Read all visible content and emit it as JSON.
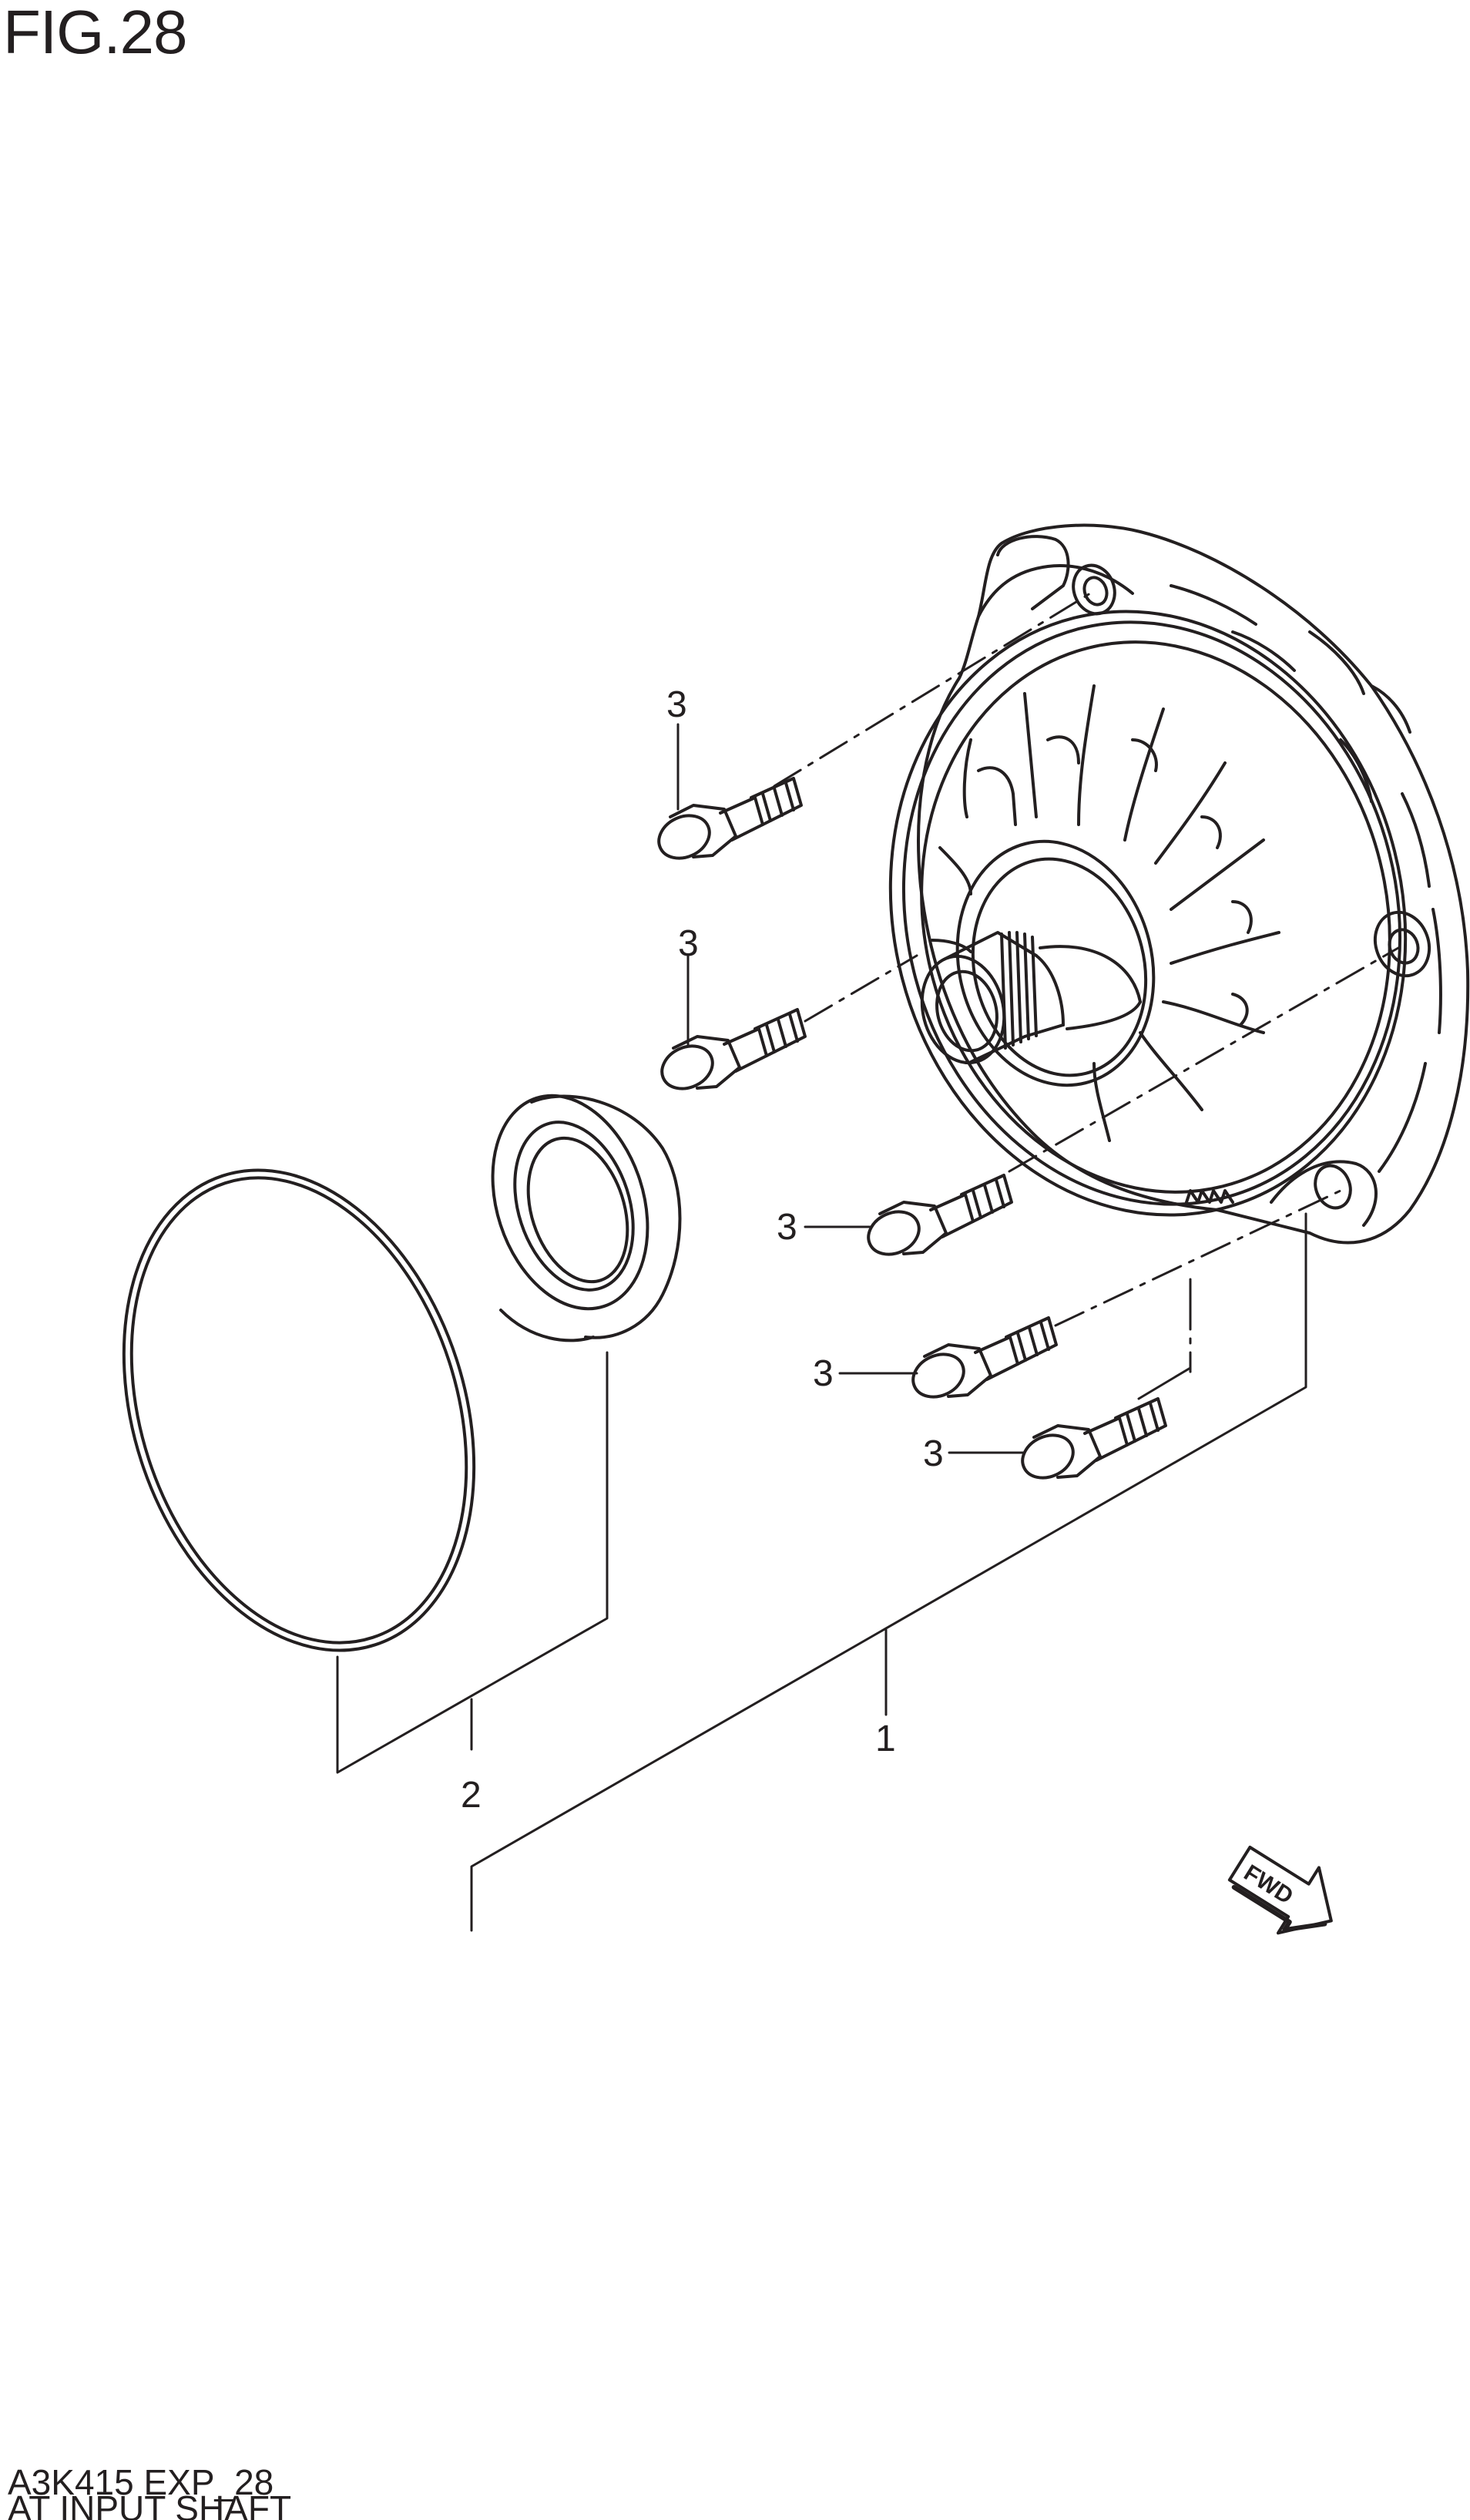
{
  "figure": {
    "title": "FIG.28"
  },
  "callouts": {
    "part_1": "1",
    "part_2": "2",
    "part_3": "3"
  },
  "arrow": {
    "label": "FWD"
  },
  "footer": {
    "code": "A3K415 EXP_28",
    "name": "AT INPUT SHAFT"
  },
  "colors": {
    "line": "#231f20",
    "background": "#ffffff"
  }
}
